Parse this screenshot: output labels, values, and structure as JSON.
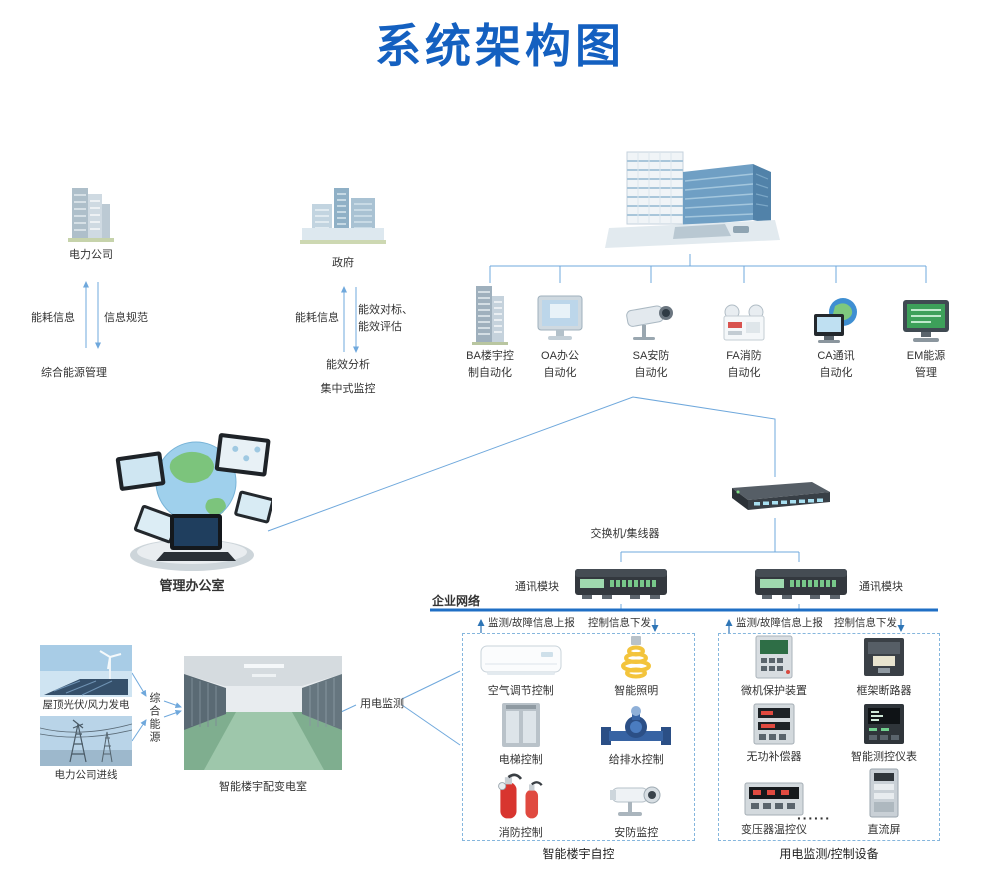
{
  "title": "系统架构图",
  "colors": {
    "title": "#1460c0",
    "connector": "#6fa8dc",
    "enterprise_line": "#1f6fc5",
    "dashed_box_border": "#85b6dd",
    "text": "#333333"
  },
  "power_company": {
    "label": "电力公司",
    "up_label": "能耗信息",
    "down_label": "信息规范",
    "bottom": "综合能源管理"
  },
  "government": {
    "label": "政府",
    "up_label": "能耗信息",
    "down_label_1": "能效对标、",
    "down_label_2": "能效评估",
    "analysis_1": "能效分析",
    "analysis_2": "集中式监控"
  },
  "subsystems": [
    {
      "line1": "BA楼宇控",
      "line2": "制自动化"
    },
    {
      "line1": "OA办公",
      "line2": "自动化"
    },
    {
      "line1": "SA安防",
      "line2": "自动化"
    },
    {
      "line1": "FA消防",
      "line2": "自动化"
    },
    {
      "line1": "CA通讯",
      "line2": "自动化"
    },
    {
      "line1": "EM能源",
      "line2": "管理"
    }
  ],
  "management_office": {
    "label": "管理办公室"
  },
  "network": {
    "switch_label": "交换机/集线器",
    "comm_left": "通讯模块",
    "comm_right": "通讯模块",
    "enterprise": "企业网络",
    "report_up_left": "监测/故障信息上报",
    "control_down_left": "控制信息下发",
    "report_up_right": "监测/故障信息上报",
    "control_down_right": "控制信息下发"
  },
  "energy": {
    "solar_wind": "屋顶光伏/风力发电",
    "grid_in": "电力公司进线",
    "combined": "综合能源",
    "room": "智能楼宇配变电室",
    "monitoring": "用电监测"
  },
  "building_controls": {
    "caption": "智能楼宇自控",
    "items": [
      {
        "label": "空气调节控制"
      },
      {
        "label": "智能照明"
      },
      {
        "label": "电梯控制"
      },
      {
        "label": "给排水控制"
      },
      {
        "label": "消防控制"
      },
      {
        "label": "安防监控"
      }
    ]
  },
  "power_devices": {
    "caption": "用电监测/控制设备",
    "dots": "······",
    "items": [
      {
        "label": "微机保护装置"
      },
      {
        "label": "框架断路器"
      },
      {
        "label": "无功补偿器"
      },
      {
        "label": "智能测控仪表"
      },
      {
        "label": "变压器温控仪"
      },
      {
        "label": "直流屏"
      }
    ]
  }
}
